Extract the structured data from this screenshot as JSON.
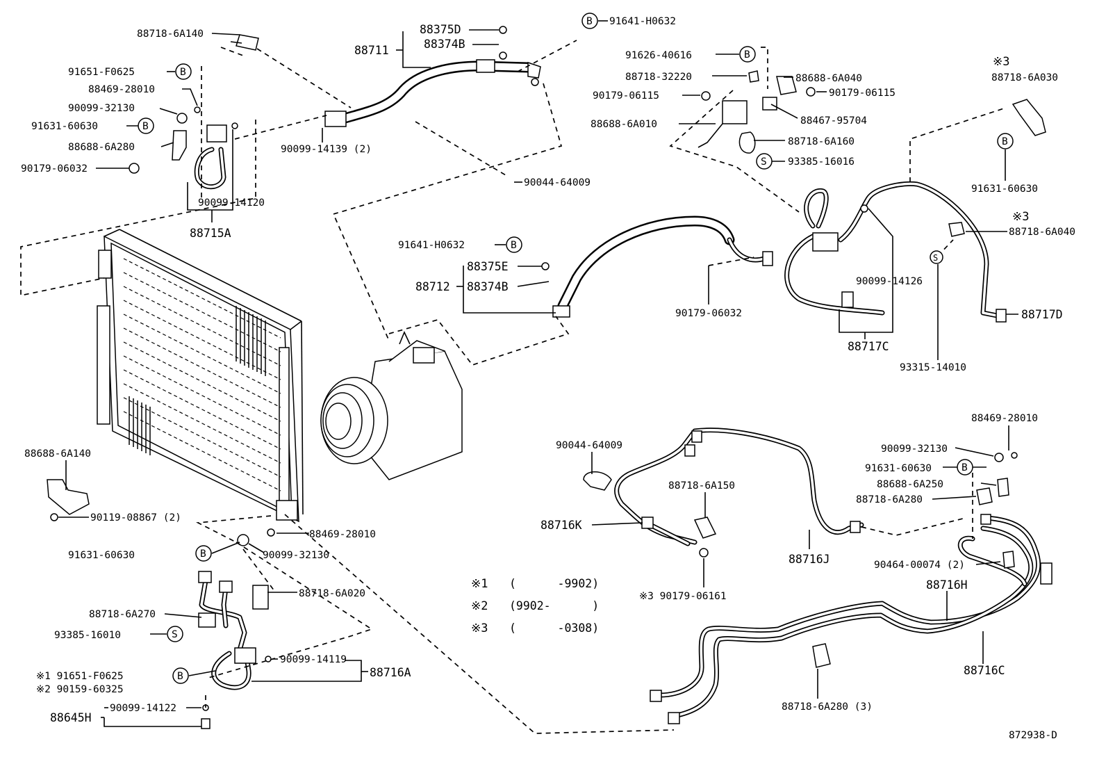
{
  "diagram_id": "872938-D",
  "symbols": {
    "bolt_circle": "B",
    "s_circle": "S",
    "note_mark": "※"
  },
  "notes": [
    {
      "mark": "※1",
      "range": "(      -9902)"
    },
    {
      "mark": "※2",
      "range": "(9902-      )"
    },
    {
      "mark": "※3",
      "range": "(      -0308)"
    }
  ],
  "labels": {
    "p88718_6A140": "88718-6A140",
    "p91651_F0625_top": "91651-F0625",
    "p88469_28010_top": "88469-28010",
    "p90099_32130_top": "90099-32130",
    "p91631_60630_top": "91631-60630",
    "p88688_6A280": "88688-6A280",
    "p90179_06032_left": "90179-06032",
    "p90099_14120": "90099-14120",
    "p88715A": "88715A",
    "p88375D": "88375D",
    "p88711": "88711",
    "p88374B_top": "88374B",
    "p91641_H0632_top": "91641-H0632",
    "p90099_14139": "90099-14139 (2)",
    "p90044_64009_top": "90044-64009",
    "p91641_H0632_mid": "91641-H0632",
    "p88375E": "88375E",
    "p88712": "88712",
    "p88374B_mid": "88374B",
    "p91626_40616": "91626-40616",
    "p88718_32220": "88718-32220",
    "p88688_6A040": "88688-6A040",
    "p90179_06115_left": "90179-06115",
    "p90179_06115_right": "90179-06115",
    "p88467_95704": "88467-95704",
    "p88688_6A010": "88688-6A010",
    "p88718_6A160": "88718-6A160",
    "p93385_16016": "93385-16016",
    "p90179_06032_mid": "90179-06032",
    "p90099_14126": "90099-14126",
    "p88717C": "88717C",
    "p88718_6A030_note": "※3",
    "p88718_6A030": "88718-6A030",
    "p91631_60630_right": "91631-60630",
    "p88718_6A040_note": "※3",
    "p88718_6A040": "88718-6A040",
    "p88717D": "88717D",
    "p93315_14010": "93315-14010",
    "p88688_6A140": "88688-6A140",
    "p90119_08867": "90119-08867 (2)",
    "p88469_28010_low": "88469-28010",
    "p91631_60630_low": "91631-60630",
    "p90099_32130_low": "90099-32130",
    "p88718_6A020": "88718-6A020",
    "p88718_6A270": "88718-6A270",
    "p93385_16010": "93385-16010",
    "p90099_14119": "90099-14119",
    "p88716A": "88716A",
    "p91651_F0625_low": "※1 91651-F0625",
    "p90159_60325": "※2 90159-60325",
    "p90099_14122": "90099-14122",
    "p88645H": "88645H",
    "p90044_64009_low": "90044-64009",
    "p88718_6A150": "88718-6A150",
    "p88716K": "88716K",
    "p88716J": "88716J",
    "p90179_06161": "※3 90179-06161",
    "p88469_28010_right": "88469-28010",
    "p90099_32130_right": "90099-32130",
    "p91631_60630_right_low": "91631-60630",
    "p88688_6A250": "88688-6A250",
    "p88718_6A280_right": "88718-6A280",
    "p90464_00074": "90464-00074 (2)",
    "p88716H": "88716H",
    "p88716C": "88716C",
    "p88718_6A280_bottom": "88718-6A280 (3)"
  }
}
